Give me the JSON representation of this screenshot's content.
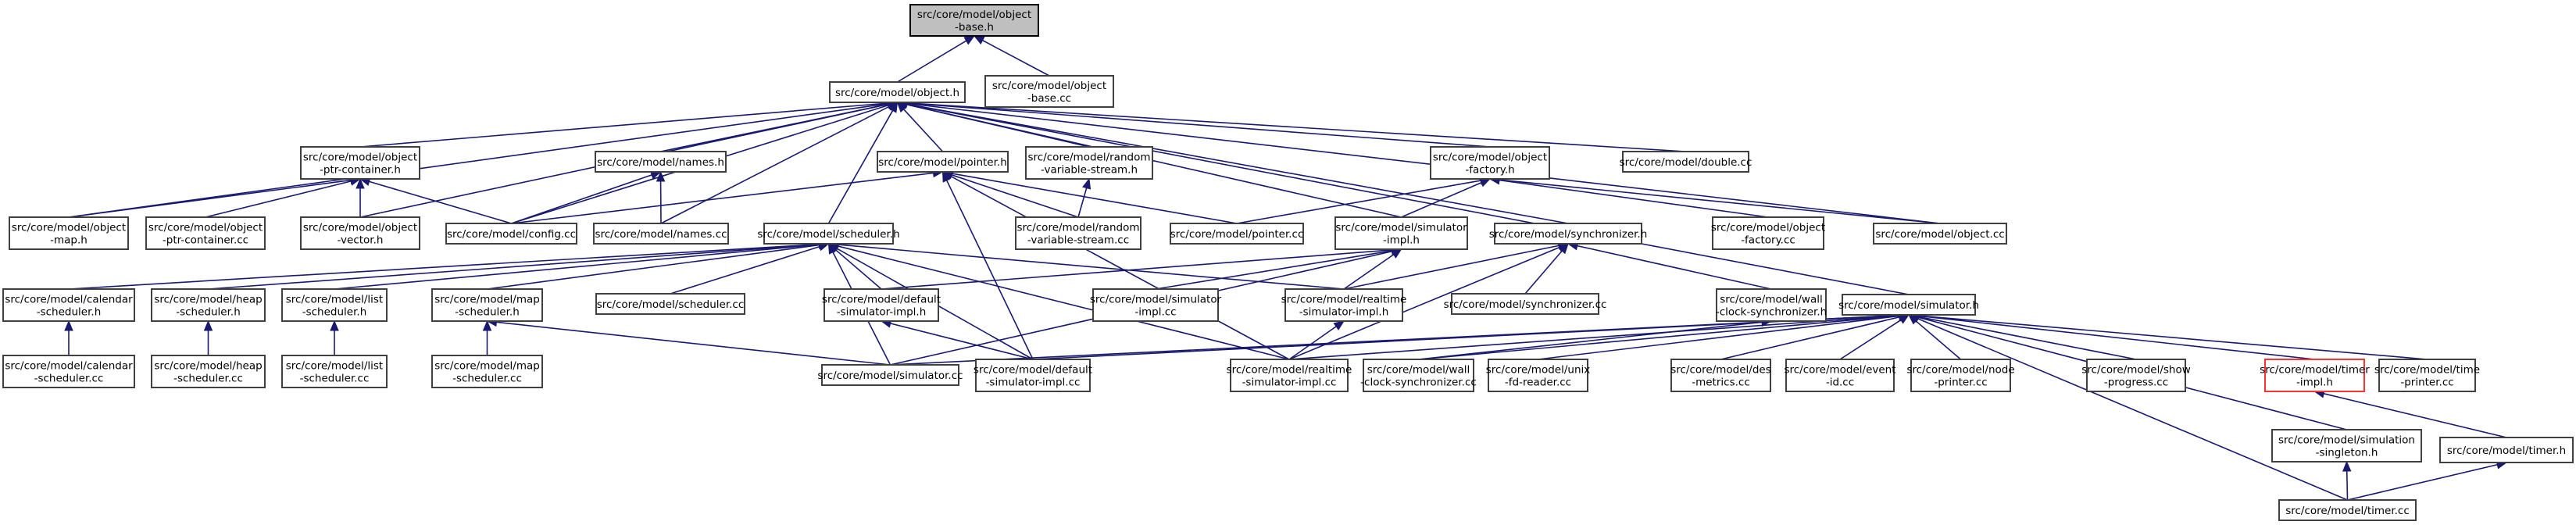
{
  "title": "Include dependency graph for src/core/model/object-base.h",
  "colors": {
    "edge": "#191970",
    "root_fill": "#bfbfbf",
    "node_border": "#404040",
    "highlight_border": "#ff3333"
  },
  "nodes": [
    {
      "id": "object_base_h",
      "lines": [
        "src/core/model/object",
        "-base.h"
      ],
      "style": "root"
    },
    {
      "id": "object_h",
      "lines": [
        "src/core/model/object.h"
      ]
    },
    {
      "id": "object_base_cc",
      "lines": [
        "src/core/model/object",
        "-base.cc"
      ]
    },
    {
      "id": "object_ptr_container_h",
      "lines": [
        "src/core/model/object",
        "-ptr-container.h"
      ]
    },
    {
      "id": "names_h",
      "lines": [
        "src/core/model/names.h"
      ]
    },
    {
      "id": "pointer_h",
      "lines": [
        "src/core/model/pointer.h"
      ]
    },
    {
      "id": "random_variable_stream_h",
      "lines": [
        "src/core/model/random",
        "-variable-stream.h"
      ]
    },
    {
      "id": "object_factory_h",
      "lines": [
        "src/core/model/object",
        "-factory.h"
      ]
    },
    {
      "id": "double_cc",
      "lines": [
        "src/core/model/double.cc"
      ]
    },
    {
      "id": "object_map_h",
      "lines": [
        "src/core/model/object",
        "-map.h"
      ]
    },
    {
      "id": "object_ptr_container_cc",
      "lines": [
        "src/core/model/object",
        "-ptr-container.cc"
      ]
    },
    {
      "id": "object_vector_h",
      "lines": [
        "src/core/model/object",
        "-vector.h"
      ]
    },
    {
      "id": "config_cc",
      "lines": [
        "src/core/model/config.cc"
      ]
    },
    {
      "id": "names_cc",
      "lines": [
        "src/core/model/names.cc"
      ]
    },
    {
      "id": "scheduler_h",
      "lines": [
        "src/core/model/scheduler.h"
      ]
    },
    {
      "id": "random_variable_stream_cc",
      "lines": [
        "src/core/model/random",
        "-variable-stream.cc"
      ]
    },
    {
      "id": "pointer_cc",
      "lines": [
        "src/core/model/pointer.cc"
      ]
    },
    {
      "id": "simulator_impl_h",
      "lines": [
        "src/core/model/simulator",
        "-impl.h"
      ]
    },
    {
      "id": "synchronizer_h",
      "lines": [
        "src/core/model/synchronizer.h"
      ]
    },
    {
      "id": "object_factory_cc",
      "lines": [
        "src/core/model/object",
        "-factory.cc"
      ]
    },
    {
      "id": "object_cc",
      "lines": [
        "src/core/model/object.cc"
      ]
    },
    {
      "id": "calendar_scheduler_h",
      "lines": [
        "src/core/model/calendar",
        "-scheduler.h"
      ]
    },
    {
      "id": "heap_scheduler_h",
      "lines": [
        "src/core/model/heap",
        "-scheduler.h"
      ]
    },
    {
      "id": "list_scheduler_h",
      "lines": [
        "src/core/model/list",
        "-scheduler.h"
      ]
    },
    {
      "id": "map_scheduler_h",
      "lines": [
        "src/core/model/map",
        "-scheduler.h"
      ]
    },
    {
      "id": "scheduler_cc",
      "lines": [
        "src/core/model/scheduler.cc"
      ]
    },
    {
      "id": "default_simulator_impl_h",
      "lines": [
        "src/core/model/default",
        "-simulator-impl.h"
      ]
    },
    {
      "id": "simulator_impl_cc",
      "lines": [
        "src/core/model/simulator",
        "-impl.cc"
      ]
    },
    {
      "id": "realtime_simulator_impl_h",
      "lines": [
        "src/core/model/realtime",
        "-simulator-impl.h"
      ]
    },
    {
      "id": "synchronizer_cc",
      "lines": [
        "src/core/model/synchronizer.cc"
      ]
    },
    {
      "id": "wall_clock_synchronizer_h",
      "lines": [
        "src/core/model/wall",
        "-clock-synchronizer.h"
      ]
    },
    {
      "id": "simulator_h",
      "lines": [
        "src/core/model/simulator.h"
      ]
    },
    {
      "id": "calendar_scheduler_cc",
      "lines": [
        "src/core/model/calendar",
        "-scheduler.cc"
      ]
    },
    {
      "id": "heap_scheduler_cc",
      "lines": [
        "src/core/model/heap",
        "-scheduler.cc"
      ]
    },
    {
      "id": "list_scheduler_cc",
      "lines": [
        "src/core/model/list",
        "-scheduler.cc"
      ]
    },
    {
      "id": "map_scheduler_cc",
      "lines": [
        "src/core/model/map",
        "-scheduler.cc"
      ]
    },
    {
      "id": "simulator_cc",
      "lines": [
        "src/core/model/simulator.cc"
      ]
    },
    {
      "id": "default_simulator_impl_cc",
      "lines": [
        "src/core/model/default",
        "-simulator-impl.cc"
      ]
    },
    {
      "id": "realtime_simulator_impl_cc",
      "lines": [
        "src/core/model/realtime",
        "-simulator-impl.cc"
      ]
    },
    {
      "id": "wall_clock_synchronizer_cc",
      "lines": [
        "src/core/model/wall",
        "-clock-synchronizer.cc"
      ]
    },
    {
      "id": "unix_fd_reader_cc",
      "lines": [
        "src/core/model/unix",
        "-fd-reader.cc"
      ]
    },
    {
      "id": "des_metrics_cc",
      "lines": [
        "src/core/model/des",
        "-metrics.cc"
      ]
    },
    {
      "id": "event_id_cc",
      "lines": [
        "src/core/model/event",
        "-id.cc"
      ]
    },
    {
      "id": "node_printer_cc",
      "lines": [
        "src/core/model/node",
        "-printer.cc"
      ]
    },
    {
      "id": "show_progress_cc",
      "lines": [
        "src/core/model/show",
        "-progress.cc"
      ]
    },
    {
      "id": "timer_impl_h",
      "lines": [
        "src/core/model/timer",
        "-impl.h"
      ],
      "style": "red"
    },
    {
      "id": "time_printer_cc",
      "lines": [
        "src/core/model/time",
        "-printer.cc"
      ]
    },
    {
      "id": "simulation_singleton_h",
      "lines": [
        "src/core/model/simulation",
        "-singleton.h"
      ]
    },
    {
      "id": "timer_h",
      "lines": [
        "src/core/model/timer.h"
      ]
    },
    {
      "id": "timer_cc",
      "lines": [
        "src/core/model/timer.cc"
      ]
    }
  ],
  "edges": [
    [
      "object_h",
      "object_base_h"
    ],
    [
      "object_base_cc",
      "object_base_h"
    ],
    [
      "object_ptr_container_h",
      "object_h"
    ],
    [
      "names_h",
      "object_h"
    ],
    [
      "pointer_h",
      "object_h"
    ],
    [
      "random_variable_stream_h",
      "object_h"
    ],
    [
      "object_factory_h",
      "object_h"
    ],
    [
      "double_cc",
      "object_h"
    ],
    [
      "object_map_h",
      "object_h"
    ],
    [
      "object_vector_h",
      "object_h"
    ],
    [
      "config_cc",
      "object_h"
    ],
    [
      "names_cc",
      "object_h"
    ],
    [
      "scheduler_h",
      "object_h"
    ],
    [
      "simulator_impl_h",
      "object_h"
    ],
    [
      "synchronizer_h",
      "object_h"
    ],
    [
      "object_cc",
      "object_h"
    ],
    [
      "simulator_h",
      "object_h"
    ],
    [
      "object_map_h",
      "object_ptr_container_h"
    ],
    [
      "object_ptr_container_cc",
      "object_ptr_container_h"
    ],
    [
      "object_vector_h",
      "object_ptr_container_h"
    ],
    [
      "config_cc",
      "object_ptr_container_h"
    ],
    [
      "config_cc",
      "names_h"
    ],
    [
      "names_cc",
      "names_h"
    ],
    [
      "config_cc",
      "pointer_h"
    ],
    [
      "random_variable_stream_cc",
      "pointer_h"
    ],
    [
      "pointer_cc",
      "pointer_h"
    ],
    [
      "default_simulator_impl_cc",
      "pointer_h"
    ],
    [
      "realtime_simulator_impl_cc",
      "pointer_h"
    ],
    [
      "random_variable_stream_cc",
      "random_variable_stream_h"
    ],
    [
      "pointer_cc",
      "object_factory_h"
    ],
    [
      "simulator_impl_h",
      "object_factory_h"
    ],
    [
      "object_factory_cc",
      "object_factory_h"
    ],
    [
      "object_cc",
      "object_factory_h"
    ],
    [
      "calendar_scheduler_h",
      "scheduler_h"
    ],
    [
      "heap_scheduler_h",
      "scheduler_h"
    ],
    [
      "list_scheduler_h",
      "scheduler_h"
    ],
    [
      "map_scheduler_h",
      "scheduler_h"
    ],
    [
      "scheduler_cc",
      "scheduler_h"
    ],
    [
      "default_simulator_impl_h",
      "scheduler_h"
    ],
    [
      "simulator_cc",
      "scheduler_h"
    ],
    [
      "default_simulator_impl_cc",
      "scheduler_h"
    ],
    [
      "realtime_simulator_impl_h",
      "scheduler_h"
    ],
    [
      "realtime_simulator_impl_cc",
      "scheduler_h"
    ],
    [
      "default_simulator_impl_h",
      "simulator_impl_h"
    ],
    [
      "simulator_impl_cc",
      "simulator_impl_h"
    ],
    [
      "realtime_simulator_impl_h",
      "simulator_impl_h"
    ],
    [
      "simulator_cc",
      "simulator_impl_h"
    ],
    [
      "synchronizer_cc",
      "synchronizer_h"
    ],
    [
      "realtime_simulator_impl_h",
      "synchronizer_h"
    ],
    [
      "realtime_simulator_impl_cc",
      "synchronizer_h"
    ],
    [
      "wall_clock_synchronizer_h",
      "synchronizer_h"
    ],
    [
      "calendar_scheduler_cc",
      "calendar_scheduler_h"
    ],
    [
      "heap_scheduler_cc",
      "heap_scheduler_h"
    ],
    [
      "list_scheduler_cc",
      "list_scheduler_h"
    ],
    [
      "map_scheduler_cc",
      "map_scheduler_h"
    ],
    [
      "simulator_cc",
      "map_scheduler_h"
    ],
    [
      "default_simulator_impl_cc",
      "default_simulator_impl_h"
    ],
    [
      "realtime_simulator_impl_cc",
      "realtime_simulator_impl_h"
    ],
    [
      "wall_clock_synchronizer_cc",
      "wall_clock_synchronizer_h"
    ],
    [
      "simulator_cc",
      "simulator_h"
    ],
    [
      "default_simulator_impl_cc",
      "simulator_h"
    ],
    [
      "realtime_simulator_impl_cc",
      "simulator_h"
    ],
    [
      "wall_clock_synchronizer_cc",
      "simulator_h"
    ],
    [
      "unix_fd_reader_cc",
      "simulator_h"
    ],
    [
      "des_metrics_cc",
      "simulator_h"
    ],
    [
      "event_id_cc",
      "simulator_h"
    ],
    [
      "node_printer_cc",
      "simulator_h"
    ],
    [
      "show_progress_cc",
      "simulator_h"
    ],
    [
      "timer_impl_h",
      "simulator_h"
    ],
    [
      "time_printer_cc",
      "simulator_h"
    ],
    [
      "simulation_singleton_h",
      "simulator_h"
    ],
    [
      "timer_cc",
      "simulator_h"
    ],
    [
      "timer_h",
      "timer_impl_h"
    ],
    [
      "timer_cc",
      "simulation_singleton_h"
    ],
    [
      "timer_cc",
      "timer_h"
    ]
  ]
}
